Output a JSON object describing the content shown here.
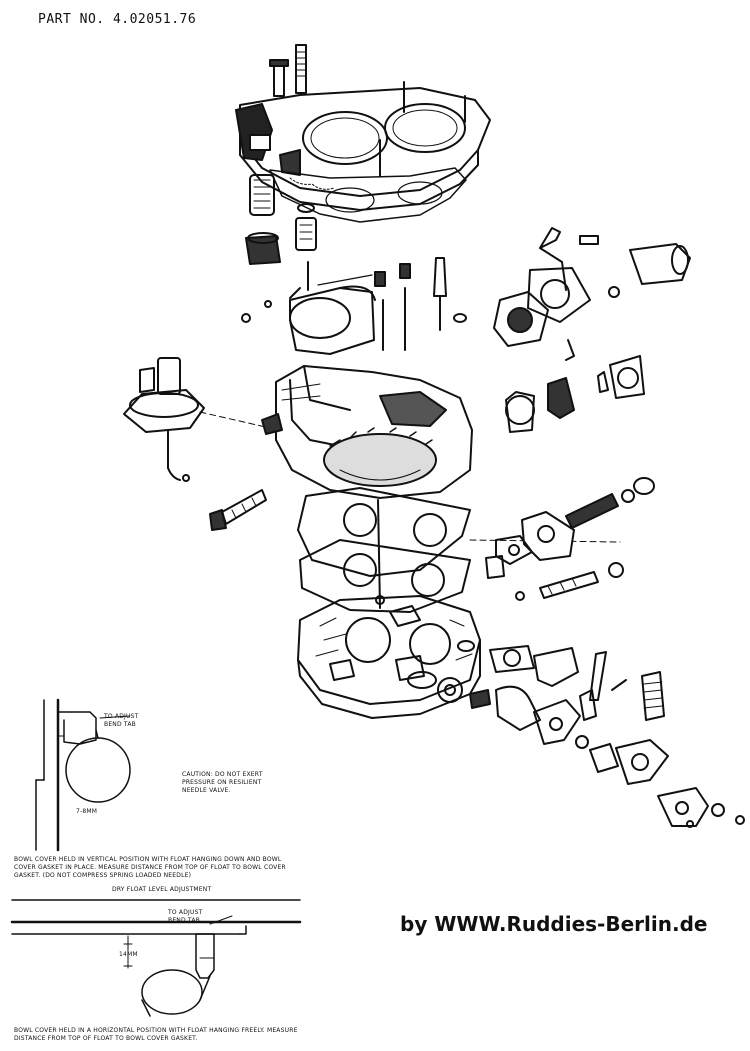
{
  "header": {
    "part_no": "PART NO. 4.02051.76"
  },
  "credit": "by WWW.Ruddies-Berlin.de",
  "float_adjust_diagram_1": {
    "adjust_label": "TO ADJUST\nBEND TAB",
    "caution_note": "CAUTION: DO NOT EXERT\nPRESSURE ON RESILIENT\nNEEDLE VALVE.",
    "measurement": "7-8MM",
    "instructions": "BOWL COVER HELD IN VERTICAL POSITION WITH FLOAT HANGING DOWN AND BOWL\nCOVER GASKET IN PLACE. MEASURE DISTANCE FROM TOP OF FLOAT TO BOWL COVER\nGASKET. (DO NOT COMPRESS SPRING LOADED NEEDLE)"
  },
  "float_adjust_diagram_2": {
    "title": "DRY FLOAT LEVEL ADJUSTMENT",
    "adjust_label": "TO ADJUST\nBEND TAB",
    "measurement": "14MM",
    "instructions": "BOWL COVER HELD IN A HORIZONTAL POSITION WITH FLOAT HANGING FREELY. MEASURE\nDISTANCE FROM TOP OF FLOAT TO BOWL COVER GASKET."
  },
  "illustration": {
    "subject": "exploded-carburetor-icon"
  }
}
